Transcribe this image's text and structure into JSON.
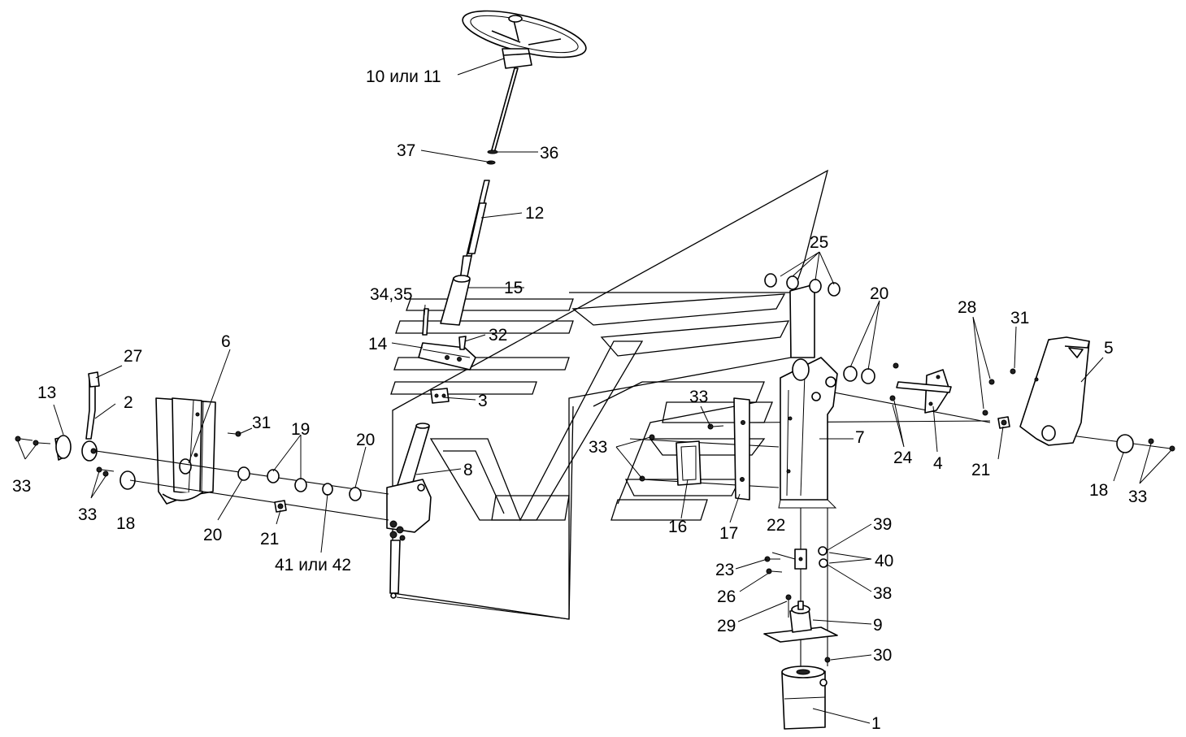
{
  "diagram": {
    "labels": {
      "l1": "1",
      "l2": "2",
      "l3": "3",
      "l4": "4",
      "l5": "5",
      "l6": "6",
      "l7": "7",
      "l8": "8",
      "l9": "9",
      "l10_11": "10 или 11",
      "l12": "12",
      "l13": "13",
      "l14": "14",
      "l15": "15",
      "l16": "16",
      "l17": "17",
      "l18a": "18",
      "l18b": "18",
      "l19": "19",
      "l20a": "20",
      "l20b": "20",
      "l20c": "20",
      "l21a": "21",
      "l21b": "21",
      "l22": "22",
      "l23": "23",
      "l24": "24",
      "l25": "25",
      "l26": "26",
      "l27": "27",
      "l28": "28",
      "l29": "29",
      "l30": "30",
      "l31a": "31",
      "l31b": "31",
      "l32": "32",
      "l33a": "33",
      "l33b": "33",
      "l33c": "33",
      "l33d": "33",
      "l33e": "33",
      "l34_35": "34,35",
      "l36": "36",
      "l37": "37",
      "l38": "38",
      "l39": "39",
      "l40": "40",
      "l41_42": "41 или 42"
    }
  }
}
